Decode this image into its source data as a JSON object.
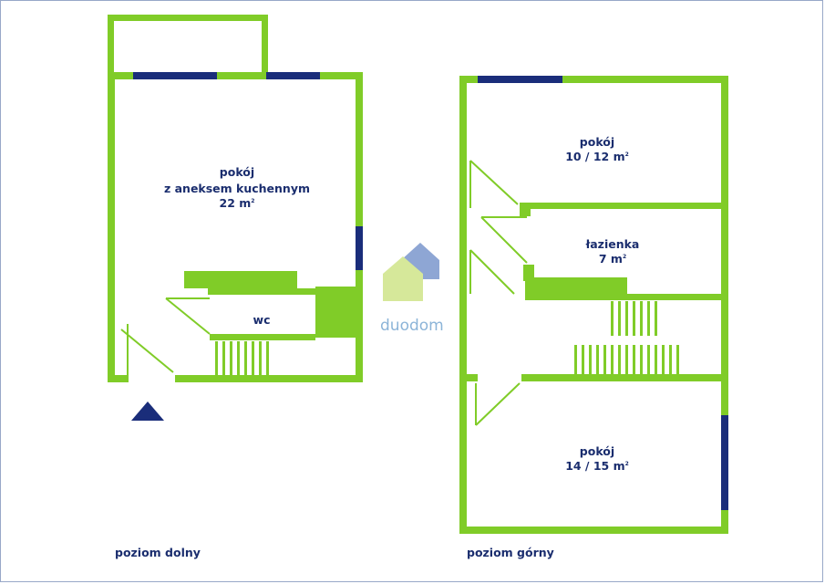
{
  "colors": {
    "wall": "#80cc28",
    "window": "#1a2d7a",
    "door_line": "#80cc28",
    "text": "#1a2d6e",
    "logo_front": "#d6e89a",
    "logo_back": "#8ea6d4",
    "logo_text": "#8cb4d8"
  },
  "lower_level": {
    "caption": "poziom dolny",
    "living_room": {
      "line1": "pokój",
      "line2": "z aneksem kuchennym",
      "area": "22 m",
      "unit_sup": "2"
    },
    "wc": {
      "label": "wc"
    },
    "entrance_marker_icon": "entrance-triangle-icon"
  },
  "upper_level": {
    "caption": "poziom górny",
    "room_top": {
      "line1": "pokój",
      "area": "10 / 12 m",
      "unit_sup": "2"
    },
    "bathroom": {
      "line1": "łazienka",
      "area": "7 m",
      "unit_sup": "2"
    },
    "room_bottom": {
      "line1": "pokój",
      "area": "14 / 15 m",
      "unit_sup": "2"
    }
  },
  "logo": {
    "text": "duodom",
    "icon": "house-logo-icon"
  }
}
